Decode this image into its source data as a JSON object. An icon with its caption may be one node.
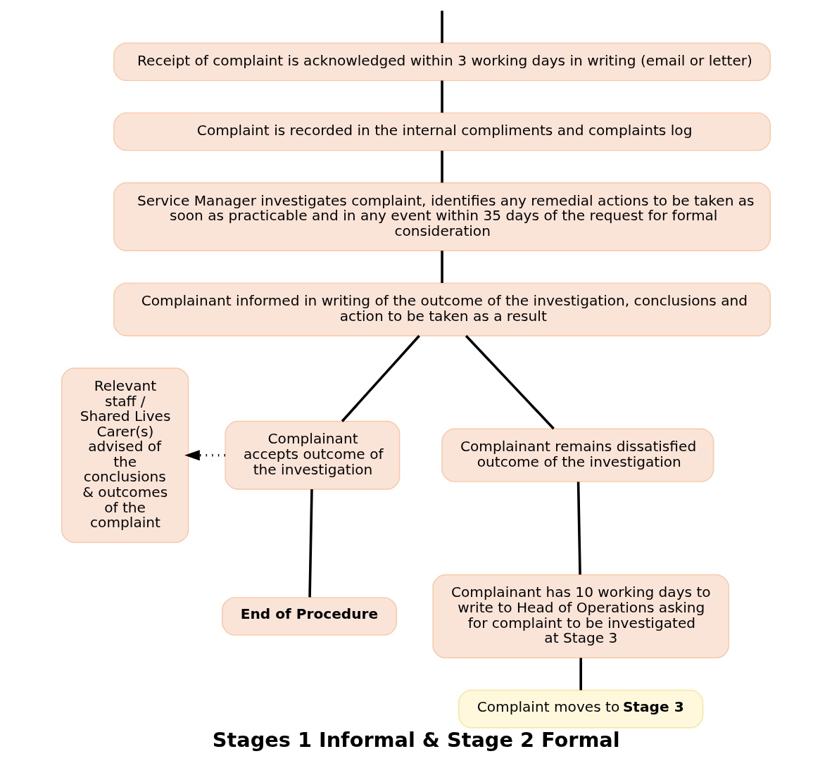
{
  "diagram": {
    "title": "Stages 1 Informal & Stage 2 Formal",
    "nodes": [
      {
        "text": [
          "Receipt of complaint is acknowledged within 3 working days in writing (email or letter)"
        ]
      },
      {
        "text": [
          "Complaint is recorded in the internal compliments and complaints log"
        ]
      },
      {
        "text": [
          "Service Manager investigates complaint, identifies any remedial actions to be taken as soon as practicable and in any event within 35 days of the request for formal consideration"
        ]
      },
      {
        "text": [
          "Complainant informed in writing of the outcome of the investigation, conclusions and action to be taken as a result"
        ]
      },
      {
        "text": [
          "Relevant staff / Shared Lives Carer(s) advised of the conclusions & outcomes of the complaint"
        ]
      },
      {
        "text": [
          "Complainant accepts outcome of the investigation"
        ]
      },
      {
        "text": [
          "Complainant remains dissatisfied outcome of the investigation"
        ]
      },
      {
        "text": [
          "End of Procedure"
        ]
      },
      {
        "text": [
          "Complainant has 10 working days to write to Head of Operations asking for complaint to be investigated at Stage 3"
        ]
      },
      {
        "text": [
          "Complaint moves to **Stage 3**"
        ]
      }
    ],
    "edges": [
      {
        "from": null,
        "to": 0,
        "arrow": "none"
      },
      {
        "from": 0,
        "to": 1,
        "arrow": "none"
      },
      {
        "from": 1,
        "to": 2,
        "arrow": "none"
      },
      {
        "from": 2,
        "to": 3,
        "arrow": "none"
      },
      {
        "from": 3,
        "to": 5,
        "arrow": "none"
      },
      {
        "from": 3,
        "to": 6,
        "arrow": "none"
      },
      {
        "from": 5,
        "to": 4,
        "arrow": "to",
        "style": "dashed"
      },
      {
        "from": 5,
        "to": 7,
        "arrow": "none"
      },
      {
        "from": 6,
        "to": 8,
        "arrow": "none"
      },
      {
        "from": 8,
        "to": 9,
        "arrow": "none"
      }
    ]
  }
}
